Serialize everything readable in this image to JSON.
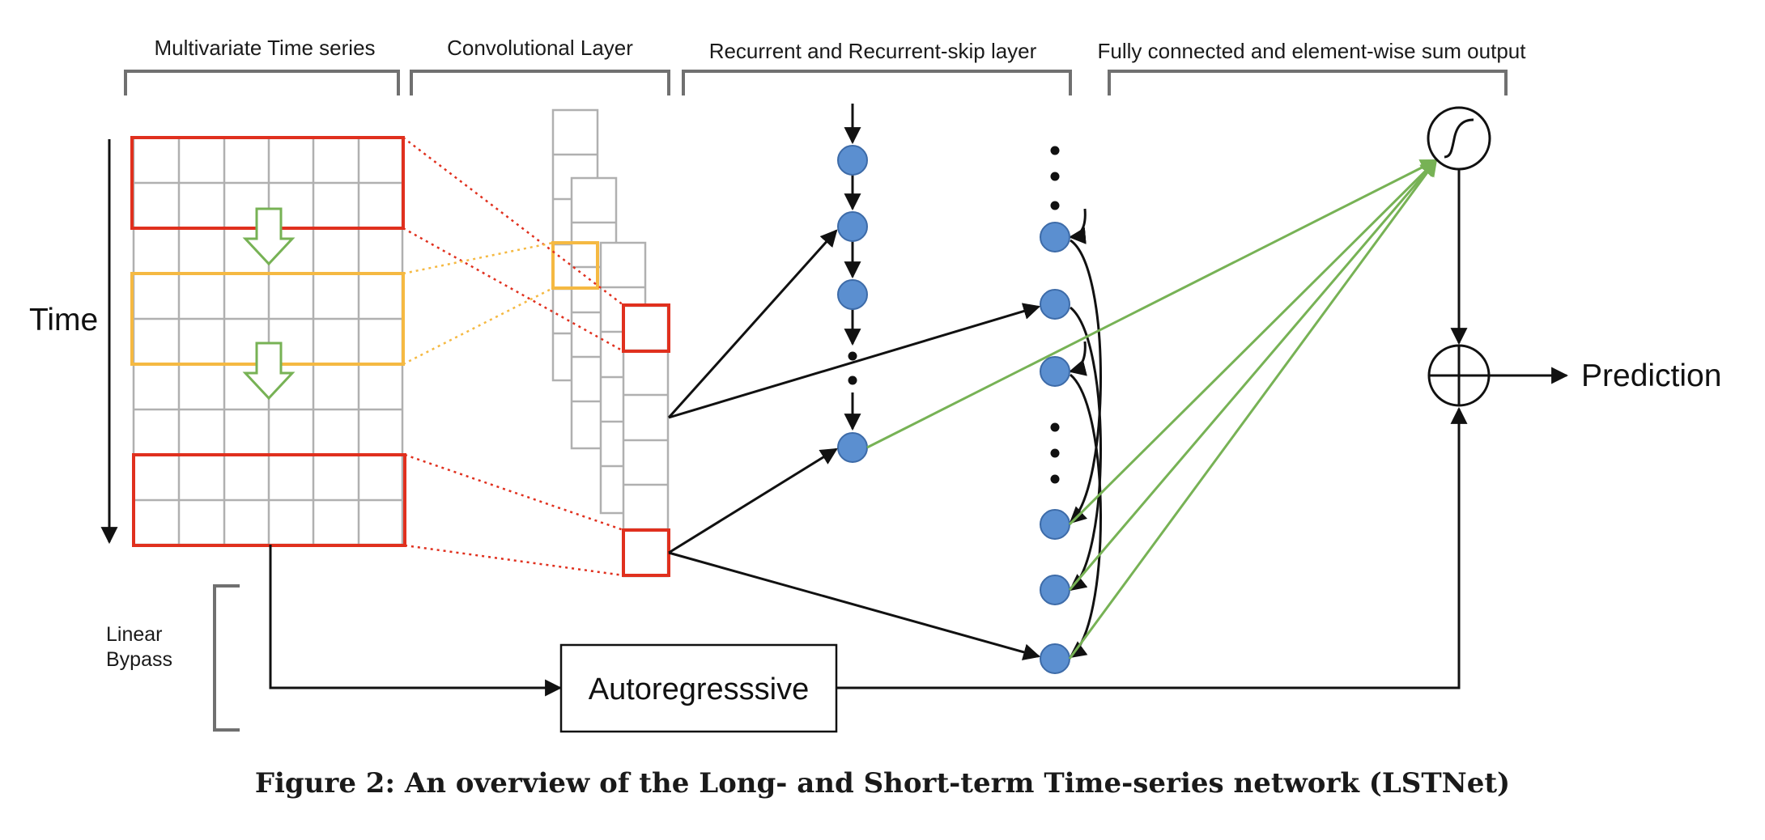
{
  "sections": {
    "multivariate": "Multivariate Time series",
    "convolutional": "Convolutional Layer",
    "recurrent": "Recurrent and Recurrent-skip layer",
    "fully_connected": "Fully connected and element-wise sum output"
  },
  "labels": {
    "time": "Time",
    "linear": "Linear",
    "bypass": "Bypass",
    "autoregressive": "Autoregresssive",
    "prediction": "Prediction"
  },
  "caption": "Figure 2: An overview of the Long- and Short-term Time-series network (LSTNet)",
  "colors": {
    "window_red": "#e0301e",
    "window_yellow": "#f5b942",
    "arrow_green": "#77b255",
    "node_blue": "#5b8fd0",
    "grid_gray": "#b0b0b0",
    "bracket_gray": "#707070"
  }
}
